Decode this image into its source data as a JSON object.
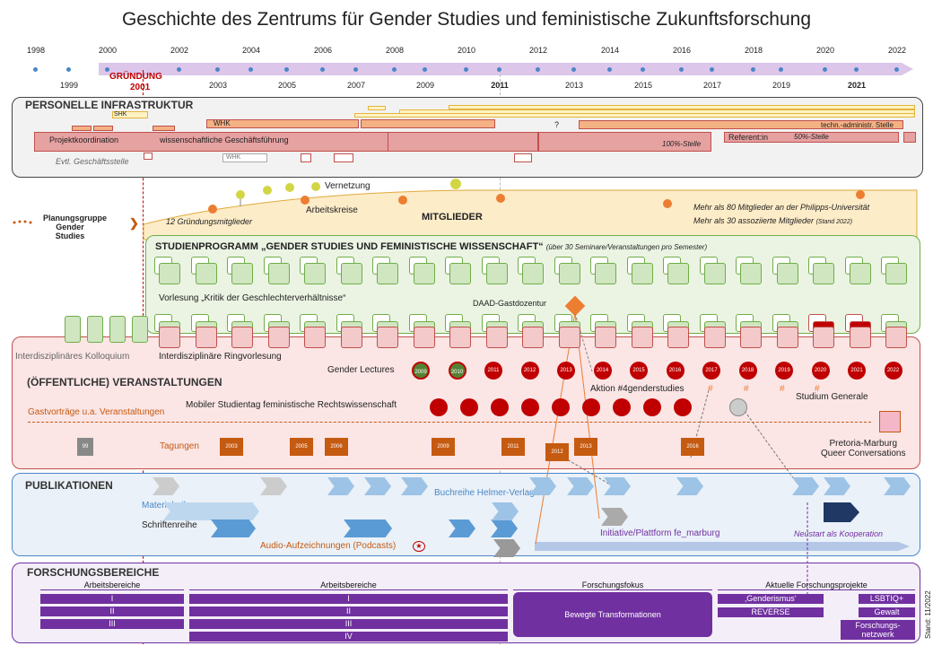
{
  "title": "Geschichte des Zentrums für Gender Studies und feministische Zukunftsforschung",
  "timeline": {
    "top_years": [
      "1998",
      "2000",
      "2002",
      "2004",
      "2006",
      "2008",
      "2010",
      "2012",
      "2014",
      "2016",
      "2018",
      "2020",
      "2022"
    ],
    "bottom_years": [
      "1999",
      "2003",
      "2005",
      "2007",
      "2009",
      "2011",
      "2013",
      "2015",
      "2017",
      "2019",
      "2021"
    ],
    "founding_label": "GRÜNDUNG",
    "founding_year": "2001",
    "colors": {
      "arrow": "#d9c3e6",
      "dots": "#4a86c8",
      "founding": "#c00000"
    }
  },
  "personnel": {
    "title": "PERSONELLE INFRASTRUKTUR",
    "shk": "SHK",
    "whk": "WHK",
    "question": "?",
    "techn": "techn.-administr. Stelle",
    "koordination": "Projektkoordination",
    "wiss": "wissenschaftliche Geschäftsführung",
    "stelle100": "100%-Stelle",
    "referentin": "Referent:in",
    "stelle50": "50%-Stelle",
    "evtl": "Evtl. Geschäftsstelle",
    "whk2": "WHK"
  },
  "members": {
    "planning_group": "Planungsgruppe\nGender Studies",
    "founding_members": "12 Gründungsmitglieder",
    "vernetzung": "Vernetzung",
    "arbeitskreise": "Arbeitskreise",
    "title": "MITGLIEDER",
    "fact1": "Mehr als 80 Mitglieder an der Philipps-Universität",
    "fact2": "Mehr als 30 assoziierte Mitglieder",
    "fact2_note": "(Stand 2022)"
  },
  "study_program": {
    "title": "STUDIENPROGRAMM „GENDER STUDIES UND FEMINISTISCHE WISSENSCHAFT“",
    "subtitle": "(über 30 Seminare/Veranstaltungen pro Semester)",
    "lecture": "Vorlesung „Kritik der Geschlechterverhältnisse“",
    "daad": "DAAD-Gastdozentur"
  },
  "events": {
    "colloquium": "Interdisziplinäres Kolloquium",
    "ringvorlesung": "Interdisziplinäre Ringvorlesung",
    "gender_lectures": "Gender Lectures",
    "title": "(ÖFFENTLICHE) VERANSTALTUNGEN",
    "aktion": "Aktion #4genderstudies",
    "studium_generale": "Studium Generale",
    "mobiler": "Mobiler Studientag feministische Rechtswissenschaft",
    "gastvortraege": "Gastvorträge u.a. Veranstaltungen",
    "tagungen": "Tagungen",
    "pretoria": "Pretoria-Marburg\nQueer Conversations",
    "lecture_years": [
      "2009",
      "2010",
      "2011",
      "2012",
      "2013",
      "2014",
      "2015",
      "2016",
      "2017",
      "2018",
      "2019",
      "2020",
      "2021",
      "2022"
    ],
    "tagung_years": [
      "99",
      "2003",
      "2005",
      "2006",
      "2009",
      "2011",
      "2012",
      "2013",
      "2016"
    ],
    "hash": "#"
  },
  "publications": {
    "title": "PUBLIKATIONEN",
    "helmer": "Buchreihe Helmer-Verlag",
    "materialreihe": "Materialreihe",
    "schriftenreihe": "Schriftenreihe",
    "audio": "Audio-Aufzeichnungen (Podcasts)",
    "initiative": "Initiative/Plattform fe_marburg",
    "neustart": "Neustart als Kooperation"
  },
  "research": {
    "title": "FORSCHUNGSBEREICHE",
    "arbeitsbereiche1": "Arbeitsbereiche",
    "arbeitsbereiche2": "Arbeitsbereiche",
    "rows1": [
      "I",
      "II",
      "III"
    ],
    "rows2": [
      "I",
      "II",
      "III",
      "IV"
    ],
    "fokus_head": "Forschungsfokus",
    "fokus": "Bewegte Transformationen",
    "projects_head": "Aktuelle Forschungsprojekte",
    "genderismus": "‚Genderismus‘",
    "reverse": "REVERSE",
    "lsbtiq": "LSBTIQ+",
    "gewalt": "Gewalt",
    "netzwerk": "Forschungs-\nnetzwerk"
  },
  "stand": "Stand: 11/2022"
}
